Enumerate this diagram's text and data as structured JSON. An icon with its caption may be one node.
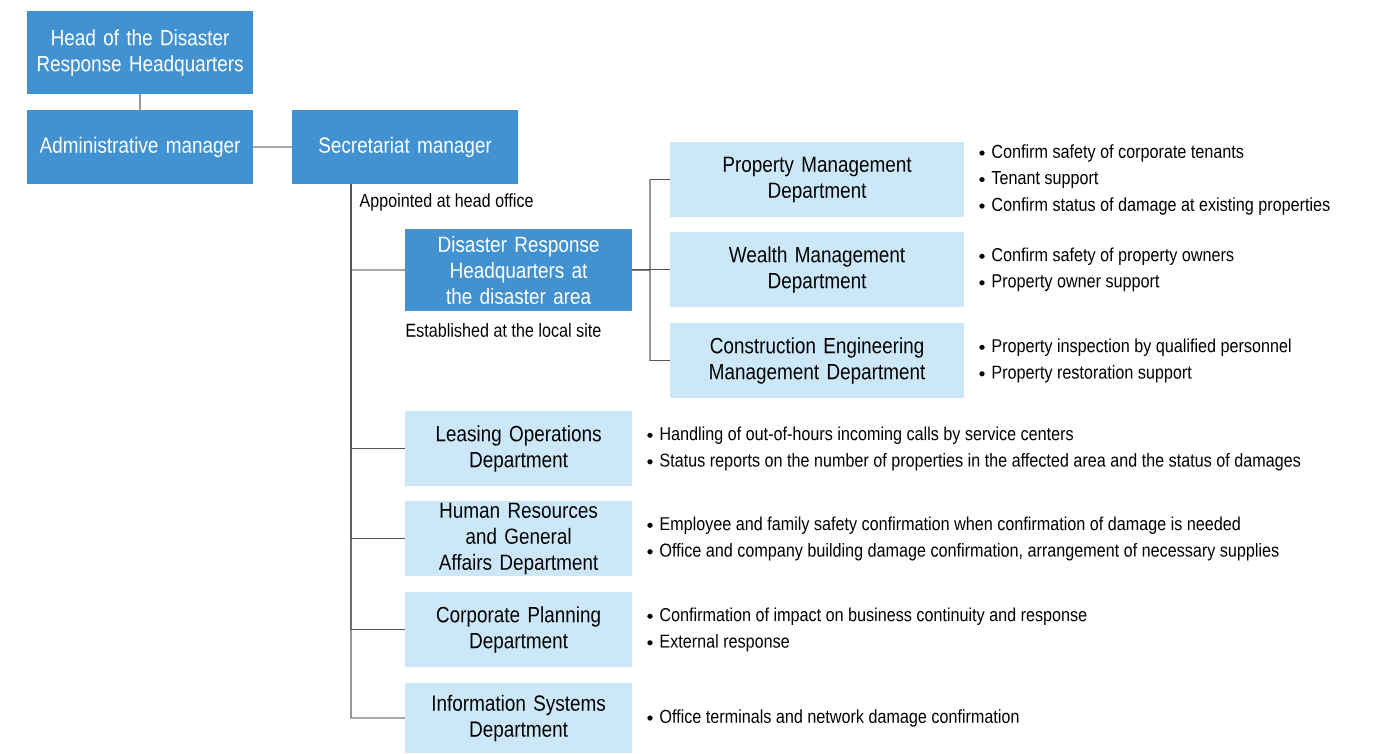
{
  "diagram": {
    "nodes": [
      {
        "text": [
          "Head of the Disaster Response Headquarters"
        ]
      },
      {
        "text": [
          "Administrative manager"
        ]
      },
      {
        "text": [
          "Secretariat manager"
        ],
        "beside": [
          "Appointed at head office"
        ]
      },
      {
        "text": [
          "Disaster Response Headquarters at the disaster area"
        ],
        "beside": [
          "Established at the local site"
        ]
      },
      {
        "text": [
          "Property Management Department"
        ],
        "beside": [
          "Confirm safety of corporate tenants",
          "Tenant support",
          "Confirm status of damage at existing properties"
        ]
      },
      {
        "text": [
          "Wealth Management Department"
        ],
        "beside": [
          "Confirm safety of property owners",
          "Property owner support"
        ]
      },
      {
        "text": [
          "Construction Engineering Management Department"
        ],
        "beside": [
          "Property inspection by qualified personnel",
          "Property restoration support"
        ]
      },
      {
        "text": [
          "Leasing Operations Department"
        ],
        "beside": [
          "Handling of out-of-hours incoming calls by service centers",
          "Status reports on the number of properties in the affected area and the status of damages"
        ]
      },
      {
        "text": [
          "Human Resources and General Affairs Department"
        ],
        "beside": [
          "Employee and family safety confirmation when confirmation of damage is needed",
          "Office and company building damage confirmation, arrangement of necessary supplies"
        ]
      },
      {
        "text": [
          "Corporate Planning Department"
        ],
        "beside": [
          "Confirmation of impact on business continuity and response",
          "External response"
        ]
      },
      {
        "text": [
          "Information Systems Department"
        ],
        "beside": [
          "Office terminals and network damage confirmation"
        ]
      }
    ],
    "edges": [
      {
        "from": 0,
        "to": 1,
        "arrow": "none"
      },
      {
        "from": 1,
        "to": 2,
        "arrow": "none"
      },
      {
        "from": 2,
        "to": 3,
        "arrow": "none"
      },
      {
        "from": 3,
        "to": 4,
        "arrow": "none"
      },
      {
        "from": 3,
        "to": 5,
        "arrow": "none"
      },
      {
        "from": 3,
        "to": 6,
        "arrow": "none"
      },
      {
        "from": 2,
        "to": 7,
        "arrow": "none"
      },
      {
        "from": 2,
        "to": 8,
        "arrow": "none"
      },
      {
        "from": 2,
        "to": 9,
        "arrow": "none"
      },
      {
        "from": 2,
        "to": 10,
        "arrow": "none"
      }
    ]
  }
}
